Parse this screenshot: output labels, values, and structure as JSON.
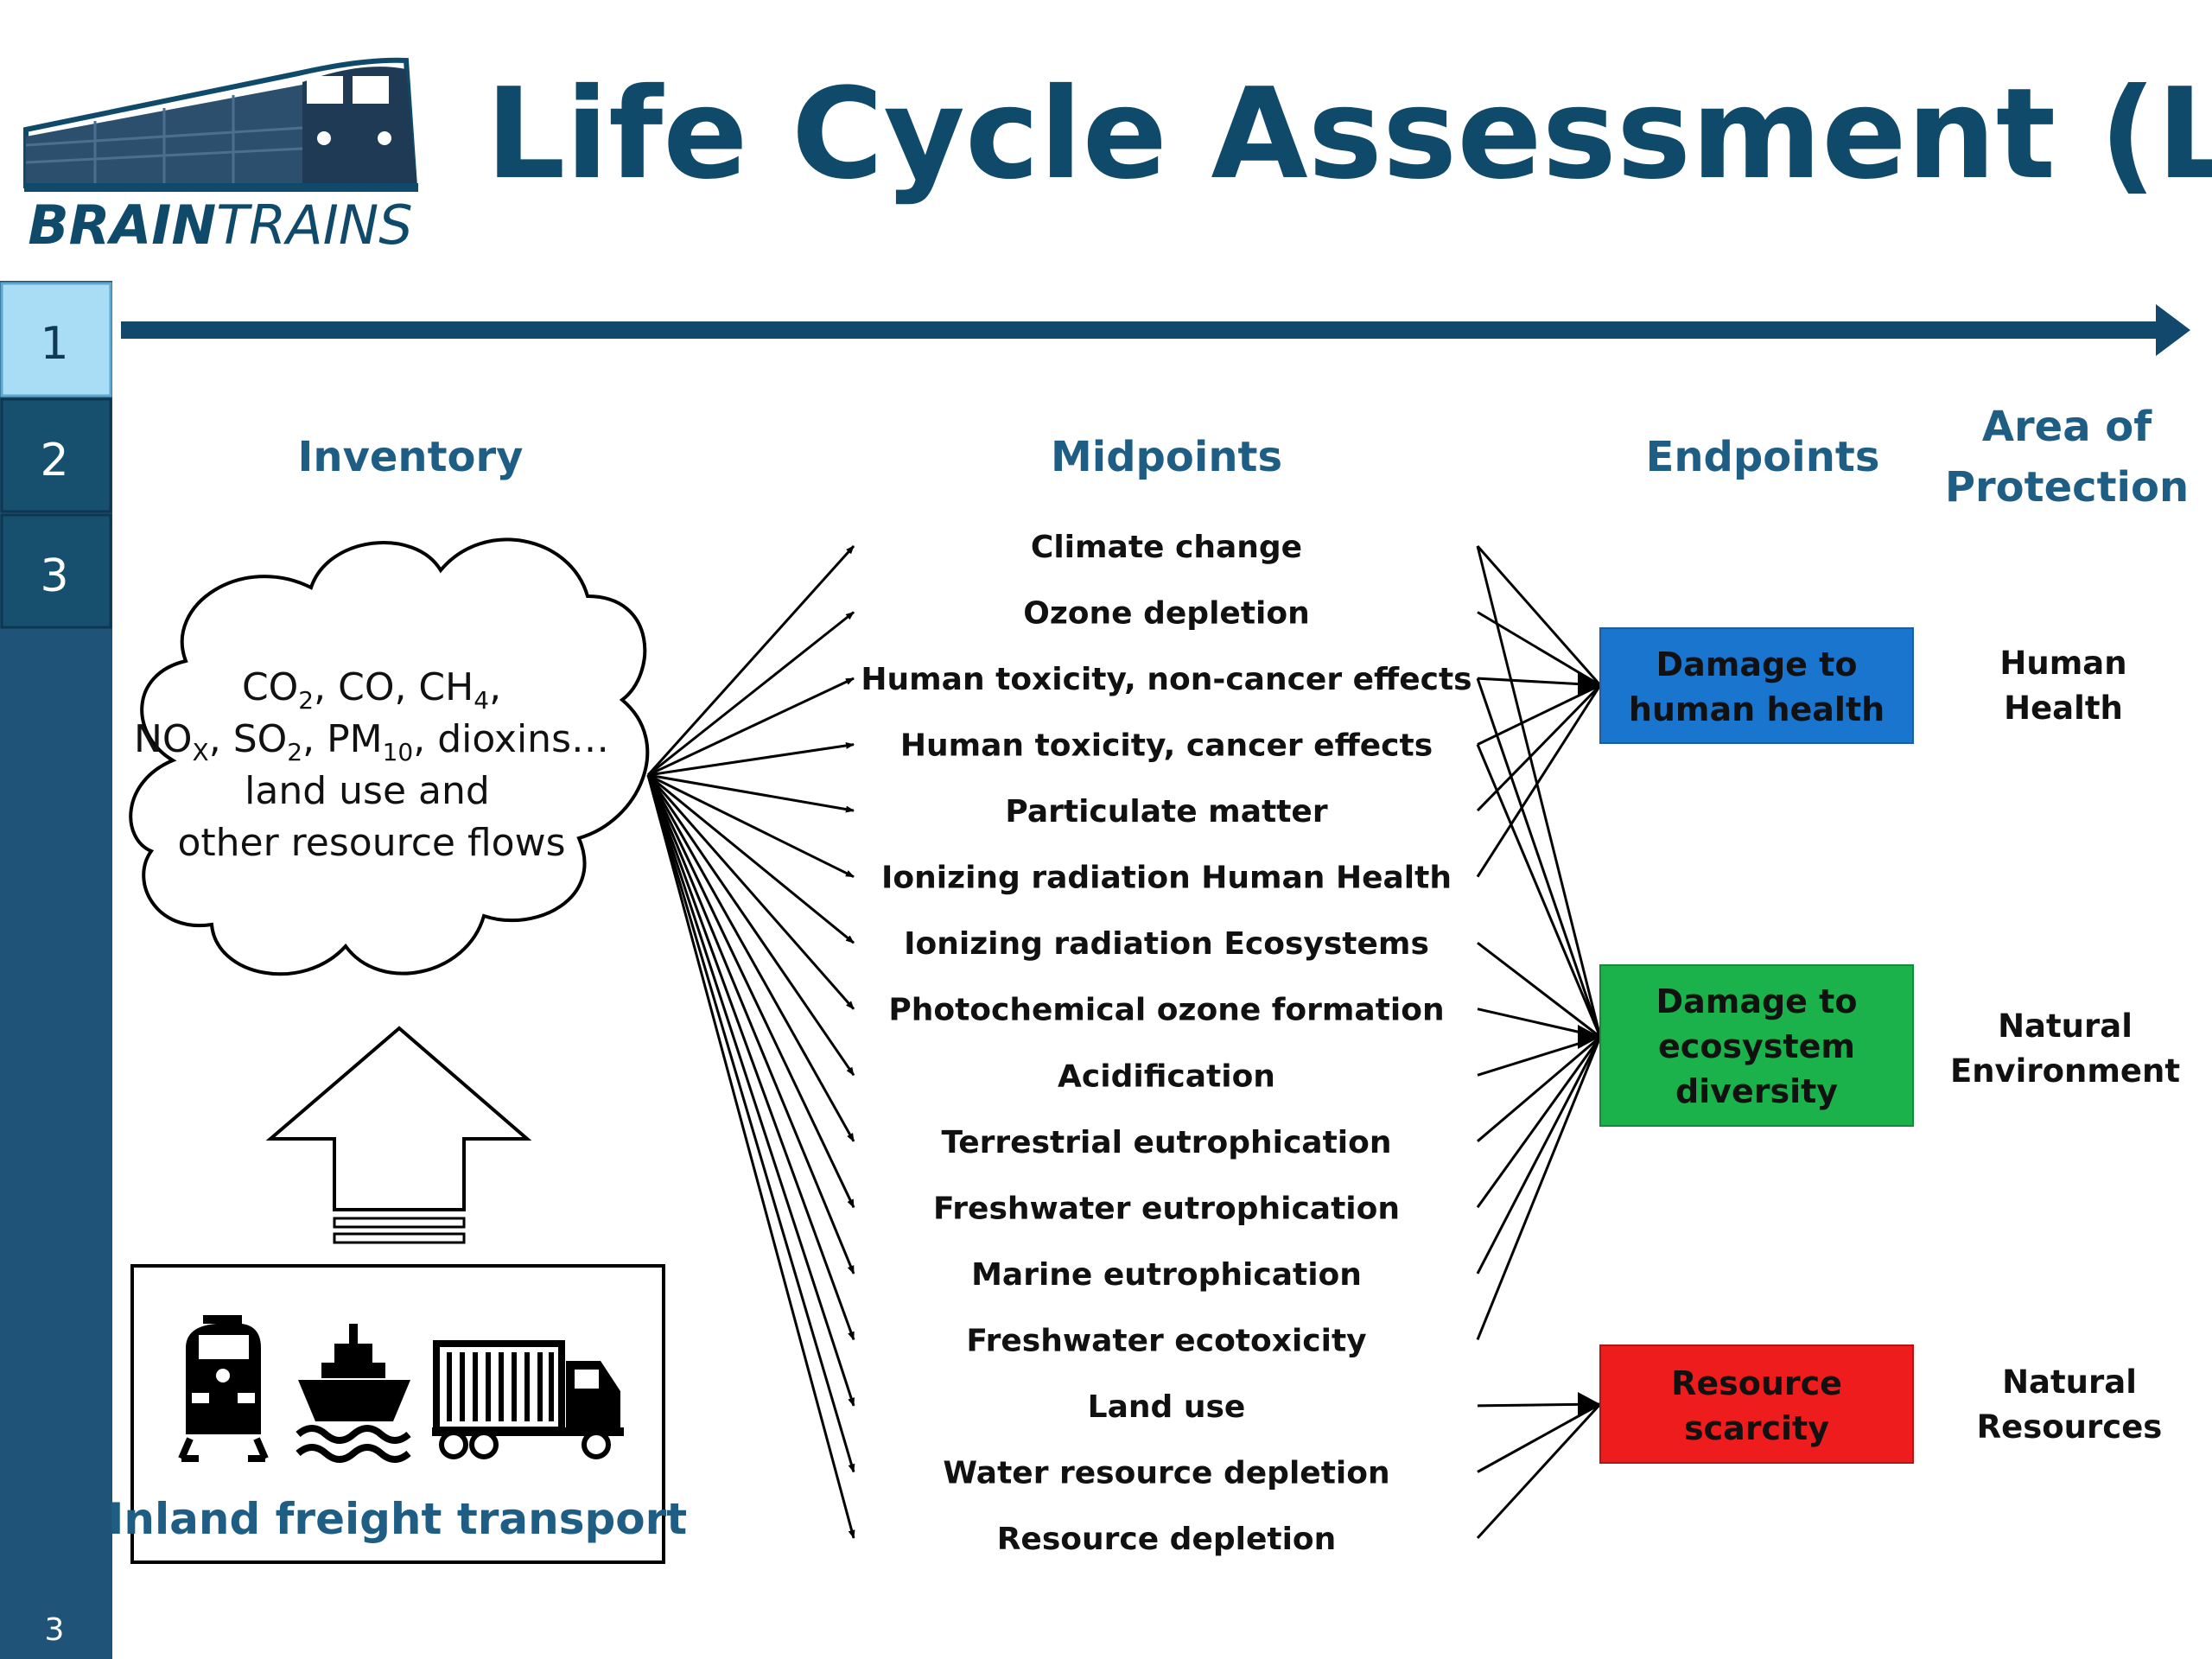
{
  "title": "Life Cycle Assessment (LCA)",
  "logo": {
    "brand_bold": "BRAIN",
    "brand_rest": "TRAINS",
    "icon": "train-icon"
  },
  "sidebar": {
    "tabs": [
      "1",
      "2",
      "3"
    ],
    "active_tab": "1",
    "page_number": "3"
  },
  "headers": {
    "inventory": "Inventory",
    "midpoints": "Midpoints",
    "endpoints": "Endpoints",
    "aop_line1": "Area of",
    "aop_line2": "Protection"
  },
  "inventory": {
    "line1": "CO2, CO, CH4,",
    "line2": "NOX, SO2, PM10, dioxins…",
    "line3": "land use and",
    "line4": "other resource flows"
  },
  "transport": {
    "label": "Inland freight transport",
    "icons": [
      "locomotive-icon",
      "ship-icon",
      "truck-icon"
    ]
  },
  "midpoints": [
    "Climate change",
    "Ozone depletion",
    "Human toxicity, non-cancer effects",
    "Human toxicity, cancer effects",
    "Particulate matter",
    "Ionizing radiation Human Health",
    "Ionizing radiation Ecosystems",
    "Photochemical ozone formation",
    "Acidification",
    "Terrestrial eutrophication",
    "Freshwater eutrophication",
    "Marine eutrophication",
    "Freshwater ecotoxicity",
    "Land use",
    "Water resource depletion",
    "Resource depletion"
  ],
  "endpoints": [
    {
      "line1": "Damage to",
      "line2": "human health",
      "line3": "",
      "color": "#1a75cf"
    },
    {
      "line1": "Damage to",
      "line2": "ecosystem",
      "line3": "diversity",
      "color": "#1bb24b"
    },
    {
      "line1": "Resource",
      "line2": "scarcity",
      "line3": "",
      "color": "#ee1c1c"
    }
  ],
  "areas_of_protection": [
    {
      "line1": "Human",
      "line2": "Health"
    },
    {
      "line1": "Natural",
      "line2": "Environment"
    },
    {
      "line1": "Natural",
      "line2": "Resources"
    }
  ],
  "colors": {
    "title": "#0f4a6a",
    "header": "#1f5e84",
    "sidebar": "#1f5478",
    "sidebar_active": "#a9dcf5",
    "timeline": "#12486b"
  }
}
